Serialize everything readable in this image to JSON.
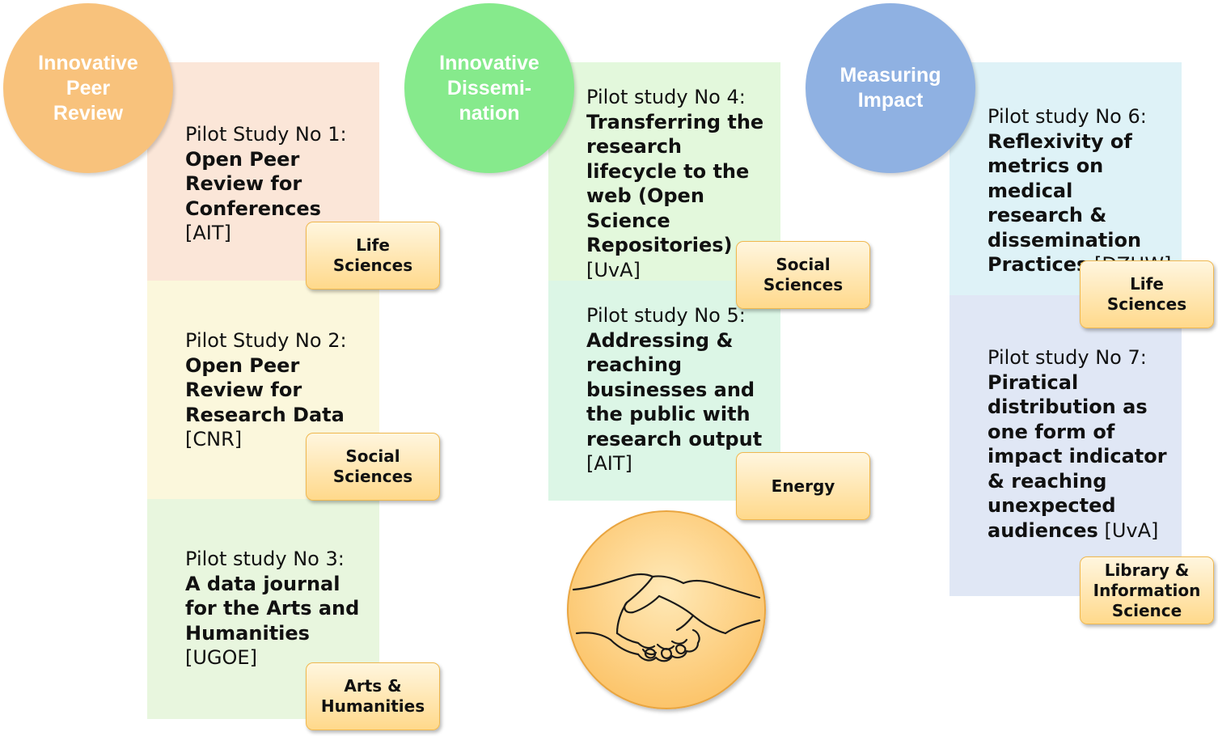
{
  "columns": [
    {
      "circle": {
        "label": "Innovative\nPeer\nReview",
        "color": "#f8c27c"
      },
      "studies": [
        {
          "prefix": "Pilot Study No 1:",
          "title": "Open Peer Review for Conferences",
          "org": "[AIT]",
          "tag": "Life\nSciences",
          "bg": "#fbe6d8"
        },
        {
          "prefix": "Pilot Study No 2:",
          "title": "Open Peer Review for Research Data",
          "org": "[CNR]",
          "tag": "Social\nSciences",
          "bg": "#fbf7dc"
        },
        {
          "prefix": "Pilot study No 3:",
          "title": "A data journal for the Arts and Humanities",
          "org": "[UGOE]",
          "tag": "Arts &\nHumanities",
          "bg": "#e8f6de"
        }
      ]
    },
    {
      "circle": {
        "label": "Innovative\nDissemi-\nnation",
        "color": "#86ea8c"
      },
      "studies": [
        {
          "prefix": "Pilot study No 4:",
          "title": "Transferring the research lifecycle to the web (Open Science Repositories)",
          "org": "[UvA]",
          "tag": "Social\nSciences",
          "bg": "#e3f8dc"
        },
        {
          "prefix": "Pilot study No 5:",
          "title": "Addressing & reaching businesses and the public with research output",
          "org": "[AIT]",
          "tag": "Energy",
          "bg": "#dcf6e6"
        }
      ]
    },
    {
      "circle": {
        "label": "Measuring\nImpact",
        "color": "#8fb1e2"
      },
      "studies": [
        {
          "prefix": "Pilot study No 6:",
          "title": "Reflexivity of metrics on medical research & dissemination Practices",
          "org": "[DZHW]",
          "tag": "Life\nSciences",
          "bg": "#def2f7"
        },
        {
          "prefix": "Pilot study No 7:",
          "title": "Piratical distribution as one form of impact indicator & reaching unexpected audiences",
          "org": "[UvA]",
          "tag": "Library &\nInformation\nScience",
          "bg": "#e0e7f5"
        }
      ]
    }
  ],
  "handshake": {
    "icon": "handshake-icon"
  }
}
